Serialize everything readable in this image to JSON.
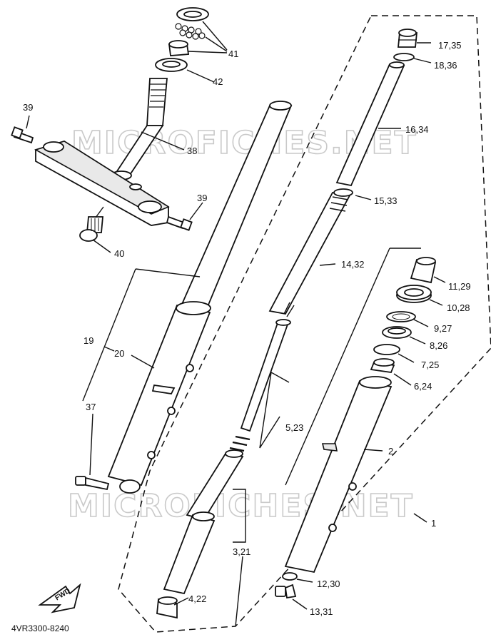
{
  "watermark": {
    "text": "MICROFICHES.NET"
  },
  "drawing_code": "4VR3300-8240",
  "fwd_label": "FWD",
  "callouts": {
    "c1": "1",
    "c2": "2",
    "c3_21": "3,21",
    "c4_22": "4,22",
    "c5_23": "5,23",
    "c6_24": "6,24",
    "c7_25": "7,25",
    "c8_26": "8,26",
    "c9_27": "9,27",
    "c10_28": "10,28",
    "c11_29": "11,29",
    "c12_30": "12,30",
    "c13_31": "13,31",
    "c14_32": "14,32",
    "c15_33": "15,33",
    "c16_34": "16,34",
    "c17_35": "17,35",
    "c18_36": "18,36",
    "c19": "19",
    "c20": "20",
    "c37": "37",
    "c38": "38",
    "c39a": "39",
    "c39b": "39",
    "c40": "40",
    "c41": "41",
    "c42": "42"
  }
}
